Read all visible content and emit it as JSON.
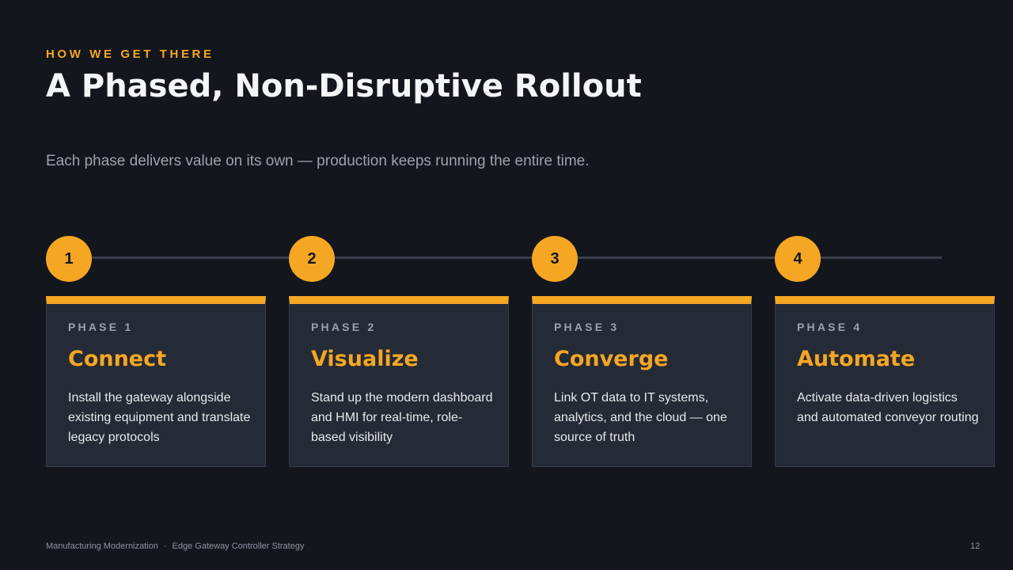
{
  "header": {
    "eyebrow": "HOW WE GET THERE",
    "title": "A Phased, Non-Disruptive Rollout",
    "subtitle": "Each phase delivers value on its own — production keeps running the entire time."
  },
  "phases": [
    {
      "number": "1",
      "label": "PHASE 1",
      "title": "Connect",
      "description": "Install the gateway alongside existing equipment and translate legacy protocols"
    },
    {
      "number": "2",
      "label": "PHASE 2",
      "title": "Visualize",
      "description": "Stand up the modern dashboard and HMI for real-time, role-based visibility"
    },
    {
      "number": "3",
      "label": "PHASE 3",
      "title": "Converge",
      "description": "Link OT data to IT systems, analytics, and the cloud — one source of truth"
    },
    {
      "number": "4",
      "label": "PHASE 4",
      "title": "Automate",
      "description": "Activate data-driven logistics and automated conveyor routing"
    }
  ],
  "footer": {
    "deck_name": "Manufacturing Modernization",
    "separator": "·",
    "deck_subtitle": "Edge Gateway Controller Strategy",
    "page_number": "12"
  },
  "colors": {
    "background": "#13161d",
    "accent": "#f5a623",
    "card_background": "#252b36",
    "title_text": "#f3f5f8",
    "muted_text": "#9ca3ae"
  }
}
